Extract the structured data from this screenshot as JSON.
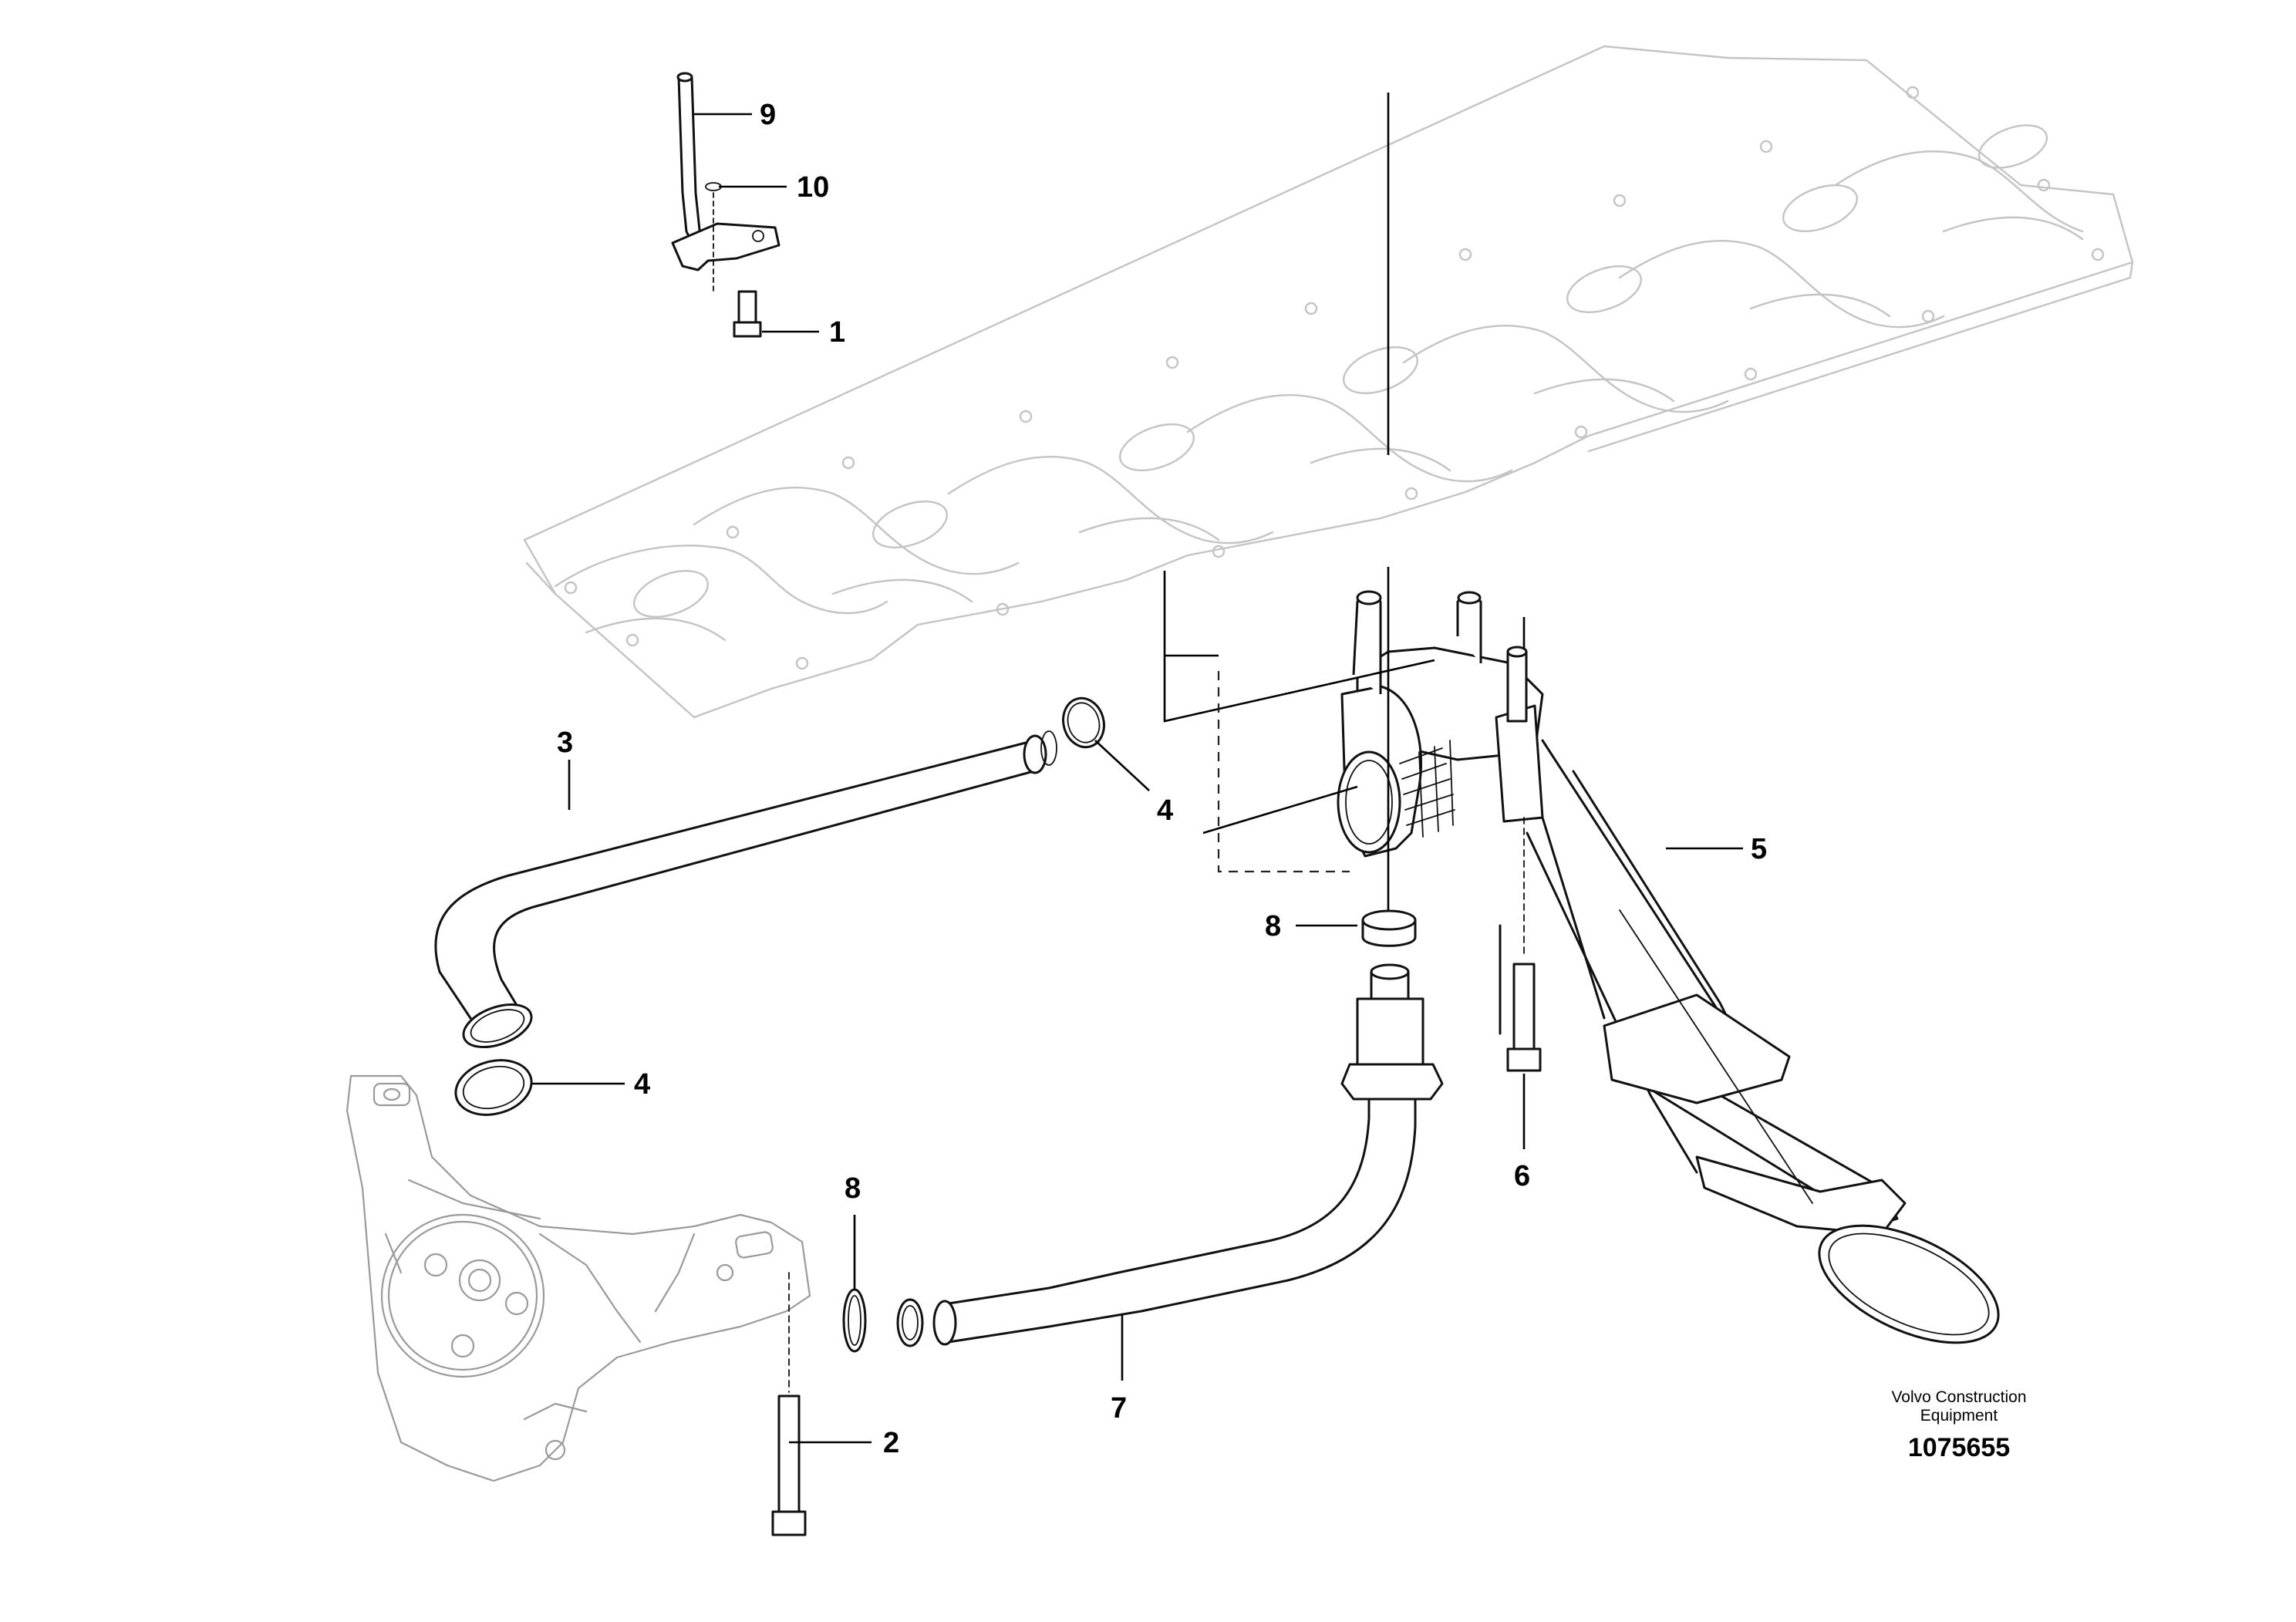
{
  "callouts": [
    {
      "label": "1"
    },
    {
      "label": "2"
    },
    {
      "label": "3"
    },
    {
      "label": "4"
    },
    {
      "label": "4"
    },
    {
      "label": "5"
    },
    {
      "label": "6"
    },
    {
      "label": "7"
    },
    {
      "label": "8"
    },
    {
      "label": "8"
    },
    {
      "label": "9"
    },
    {
      "label": "10"
    }
  ],
  "footer": {
    "brand_line1": "Volvo Construction",
    "brand_line2": "Equipment",
    "doc_number": "1075655"
  }
}
